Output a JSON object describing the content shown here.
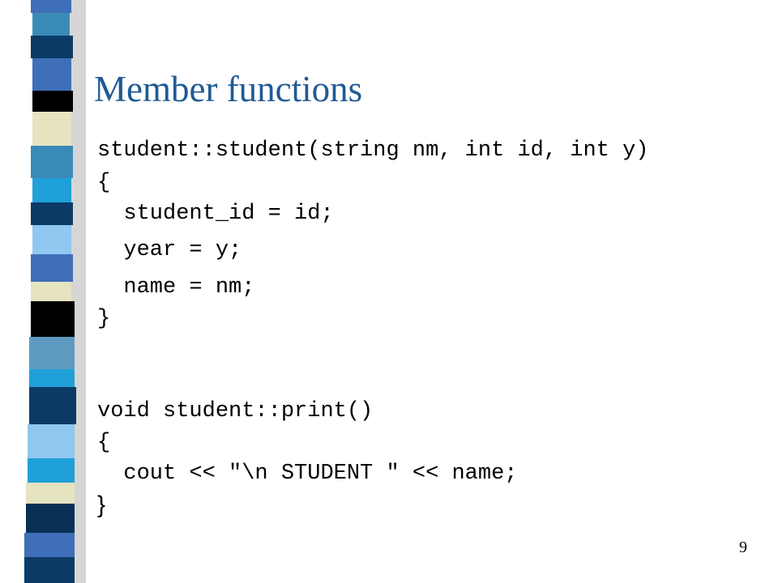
{
  "slide": {
    "title": "Member functions",
    "slide_number": "9"
  },
  "code_lines": [
    "student::student(string nm, int id, int y)",
    "{",
    "  student_id = id;",
    "  year = y;",
    "  name = nm;",
    "}",
    "void student::print()",
    "{",
    "  cout << \"\\n STUDENT \" << name;",
    "}"
  ],
  "colors": {
    "title": "#1f5a96",
    "stripe_palette": [
      "#0b3a66",
      "#3e6fb8",
      "#8fc8f0",
      "#e6e3c0",
      "#000000",
      "#3a8ab8",
      "#1fa0d8",
      "#5e9bc0",
      "#0a2f55"
    ]
  }
}
